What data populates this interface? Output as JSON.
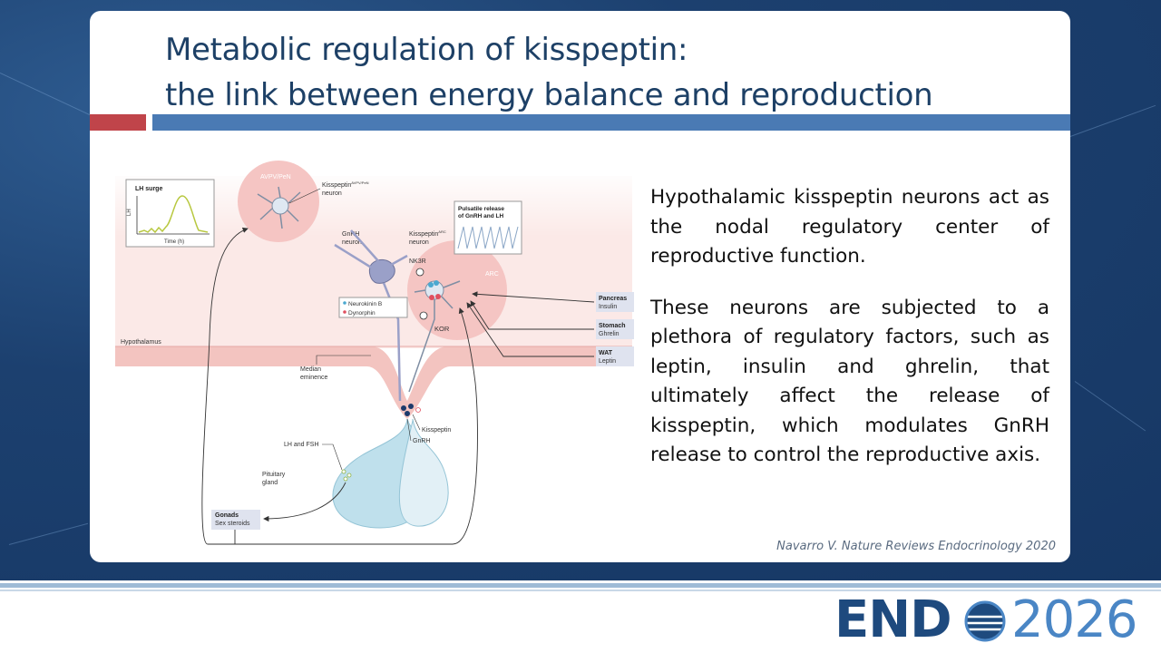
{
  "slide": {
    "title_line1": "Metabolic regulation of kisspeptin:",
    "title_line2": "the link between energy balance and reproduction",
    "paragraph1": "Hypothalamic kisspeptin neurons act as the nodal regulatory center of reproductive function.",
    "paragraph2": "These neurons are subjected to a plethora of regulatory factors, such as leptin, insulin and ghrelin,  that ultimately affect the release of kisspeptin, which modulates GnRH release to control the reproductive axis.",
    "citation": "Navarro V. Nature Reviews Endocrinology 2020"
  },
  "diagram": {
    "lh_surge_title": "LH surge",
    "lh_axis_y": "LH",
    "lh_axis_x": "Time (h)",
    "avpv_label": "AVPV/PeN",
    "kiss_avpv_label": "Kisspeptin",
    "kiss_avpv_sup": "AVPV/PeN",
    "neuron_label": "neuron",
    "gnrh_neuron_label": "GnRH",
    "kiss_arc_label": "Kisspeptin",
    "kiss_arc_sup": "ARC",
    "pulsatile_line1": "Pulsatile release",
    "pulsatile_line2": "of GnRH and LH",
    "nk3r_label": "NK3R",
    "arc_label": "ARC",
    "legend_nkb": "Neurokinin B",
    "legend_dyn": "Dynorphin",
    "kor_label": "KOR",
    "hypothalamus_label": "Hypothalamus",
    "median_line1": "Median",
    "median_line2": "eminence",
    "pancreas": "Pancreas",
    "insulin": "Insulin",
    "stomach": "Stomach",
    "ghrelin": "Ghrelin",
    "wat": "WAT",
    "leptin": "Leptin",
    "lh_fsh_label": "LH and FSH",
    "pituitary_line1": "Pituitary",
    "pituitary_line2": "gland",
    "kisspeptin_label": "Kisspeptin",
    "gnrh_label": "GnRH",
    "gonads": "Gonads",
    "sex_steroids": "Sex steroids"
  },
  "logo": {
    "brand": "END",
    "year": "2026"
  },
  "colors": {
    "title": "#1d4066",
    "accent_red": "#c0444a",
    "accent_blue": "#4a7ab4",
    "logo_dark": "#1e4a7e",
    "logo_light": "#4a86c5"
  }
}
